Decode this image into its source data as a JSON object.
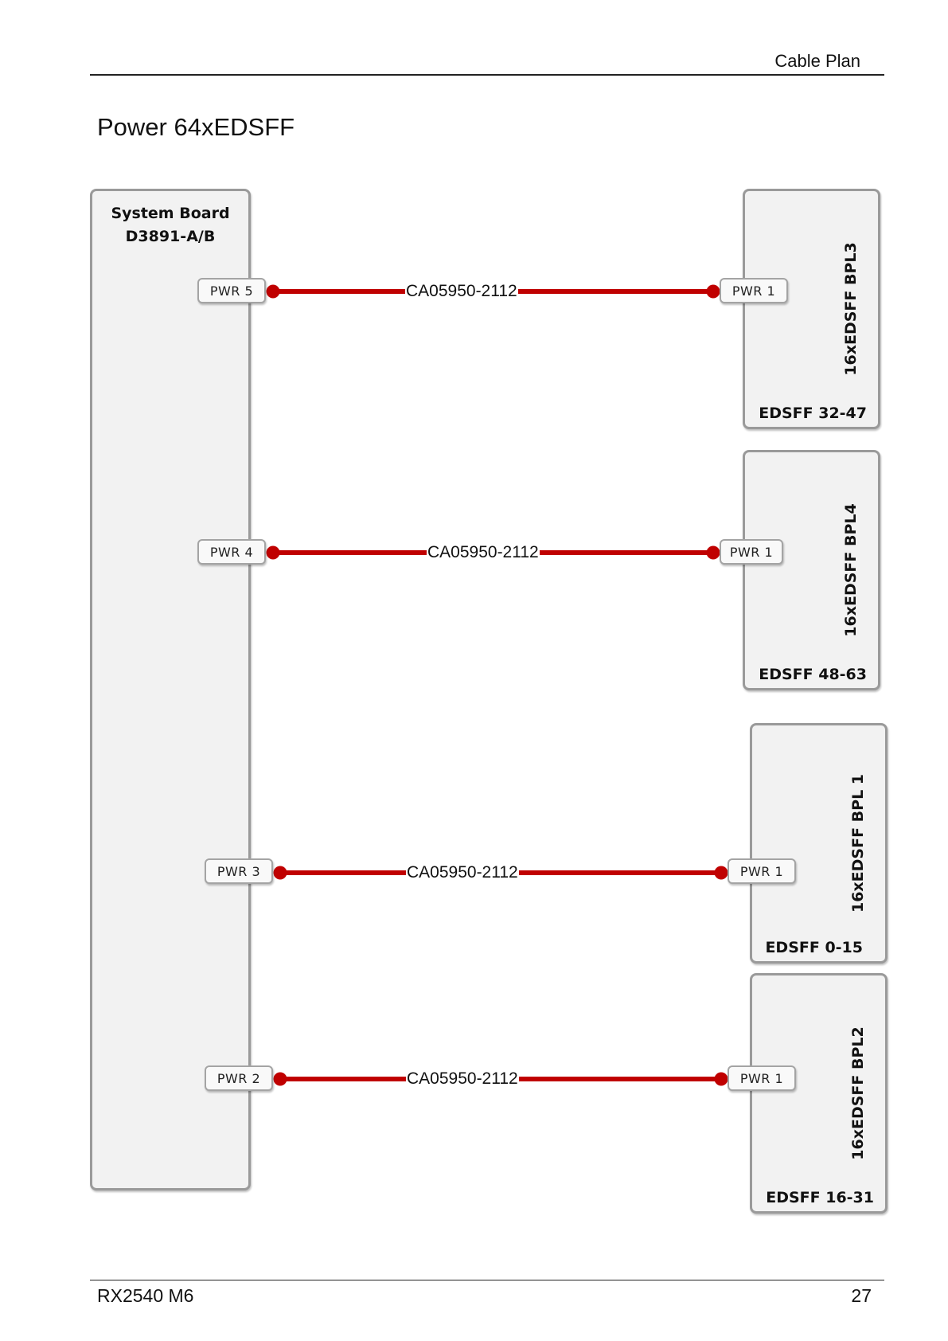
{
  "header": {
    "section": "Cable Plan"
  },
  "title": "Power 64xEDSFF",
  "footer": {
    "model": "RX2540 M6",
    "page": "27"
  },
  "system_board": {
    "name_line1": "System Board",
    "name_line2": "D3891-A/B"
  },
  "backplanes": [
    {
      "name": "16xEDSFF BPL3",
      "range": "EDSFF 32-47",
      "connector": "PWR 1"
    },
    {
      "name": "16xEDSFF BPL4",
      "range": "EDSFF 48-63",
      "connector": "PWR 1"
    },
    {
      "name": "16xEDSFF BPL 1",
      "range": "EDSFF 0-15",
      "connector": "PWR 1"
    },
    {
      "name": "16xEDSFF BPL2",
      "range": "EDSFF 16-31",
      "connector": "PWR 1"
    }
  ],
  "cables": [
    {
      "from": "PWR 5",
      "to": "PWR 1",
      "part_number": "CA05950-2112"
    },
    {
      "from": "PWR 4",
      "to": "PWR 1",
      "part_number": "CA05950-2112"
    },
    {
      "from": "PWR 3",
      "to": "PWR 1",
      "part_number": "CA05950-2112"
    },
    {
      "from": "PWR 2",
      "to": "PWR 1",
      "part_number": "CA05950-2112"
    }
  ],
  "colors": {
    "cable": "#c00000",
    "board_fill": "#f2f2f2",
    "board_border": "#9a9a9a"
  }
}
